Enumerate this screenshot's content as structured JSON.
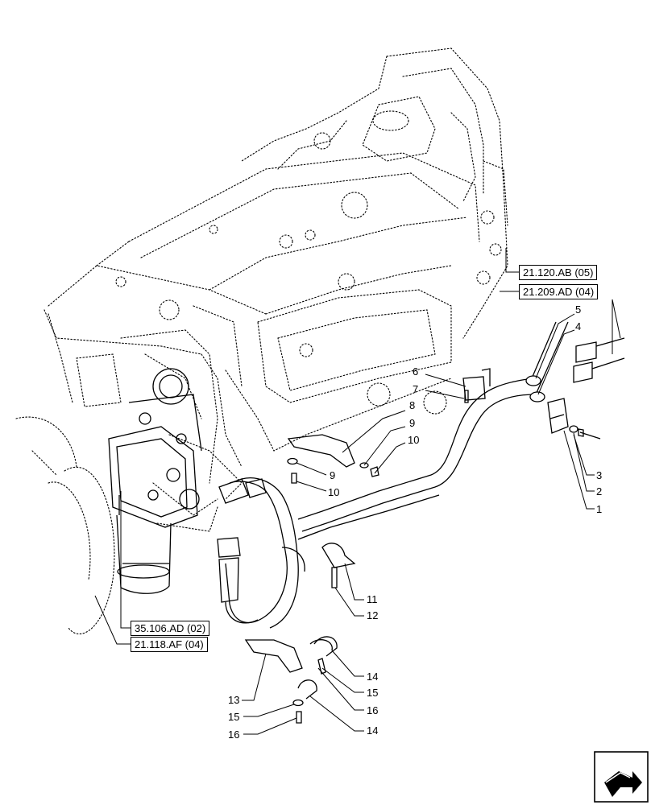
{
  "references": {
    "r21_120": "21.120.AB (05)",
    "r21_209": "21.209.AD (04)",
    "r35_106": "35.106.AD (02)",
    "r21_118": "21.118.AF (04)"
  },
  "callouts": {
    "c1": "1",
    "c2": "2",
    "c3": "3",
    "c4": "4",
    "c5": "5",
    "c6": "6",
    "c7": "7",
    "c8": "8",
    "c9a": "9",
    "c9b": "9",
    "c10a": "10",
    "c10b": "10",
    "c11": "11",
    "c12": "12",
    "c13": "13",
    "c14a": "14",
    "c14b": "14",
    "c15a": "15",
    "c15b": "15",
    "c16a": "16",
    "c16b": "16"
  },
  "icons": {
    "nav": "arrow-navigation-icon"
  }
}
